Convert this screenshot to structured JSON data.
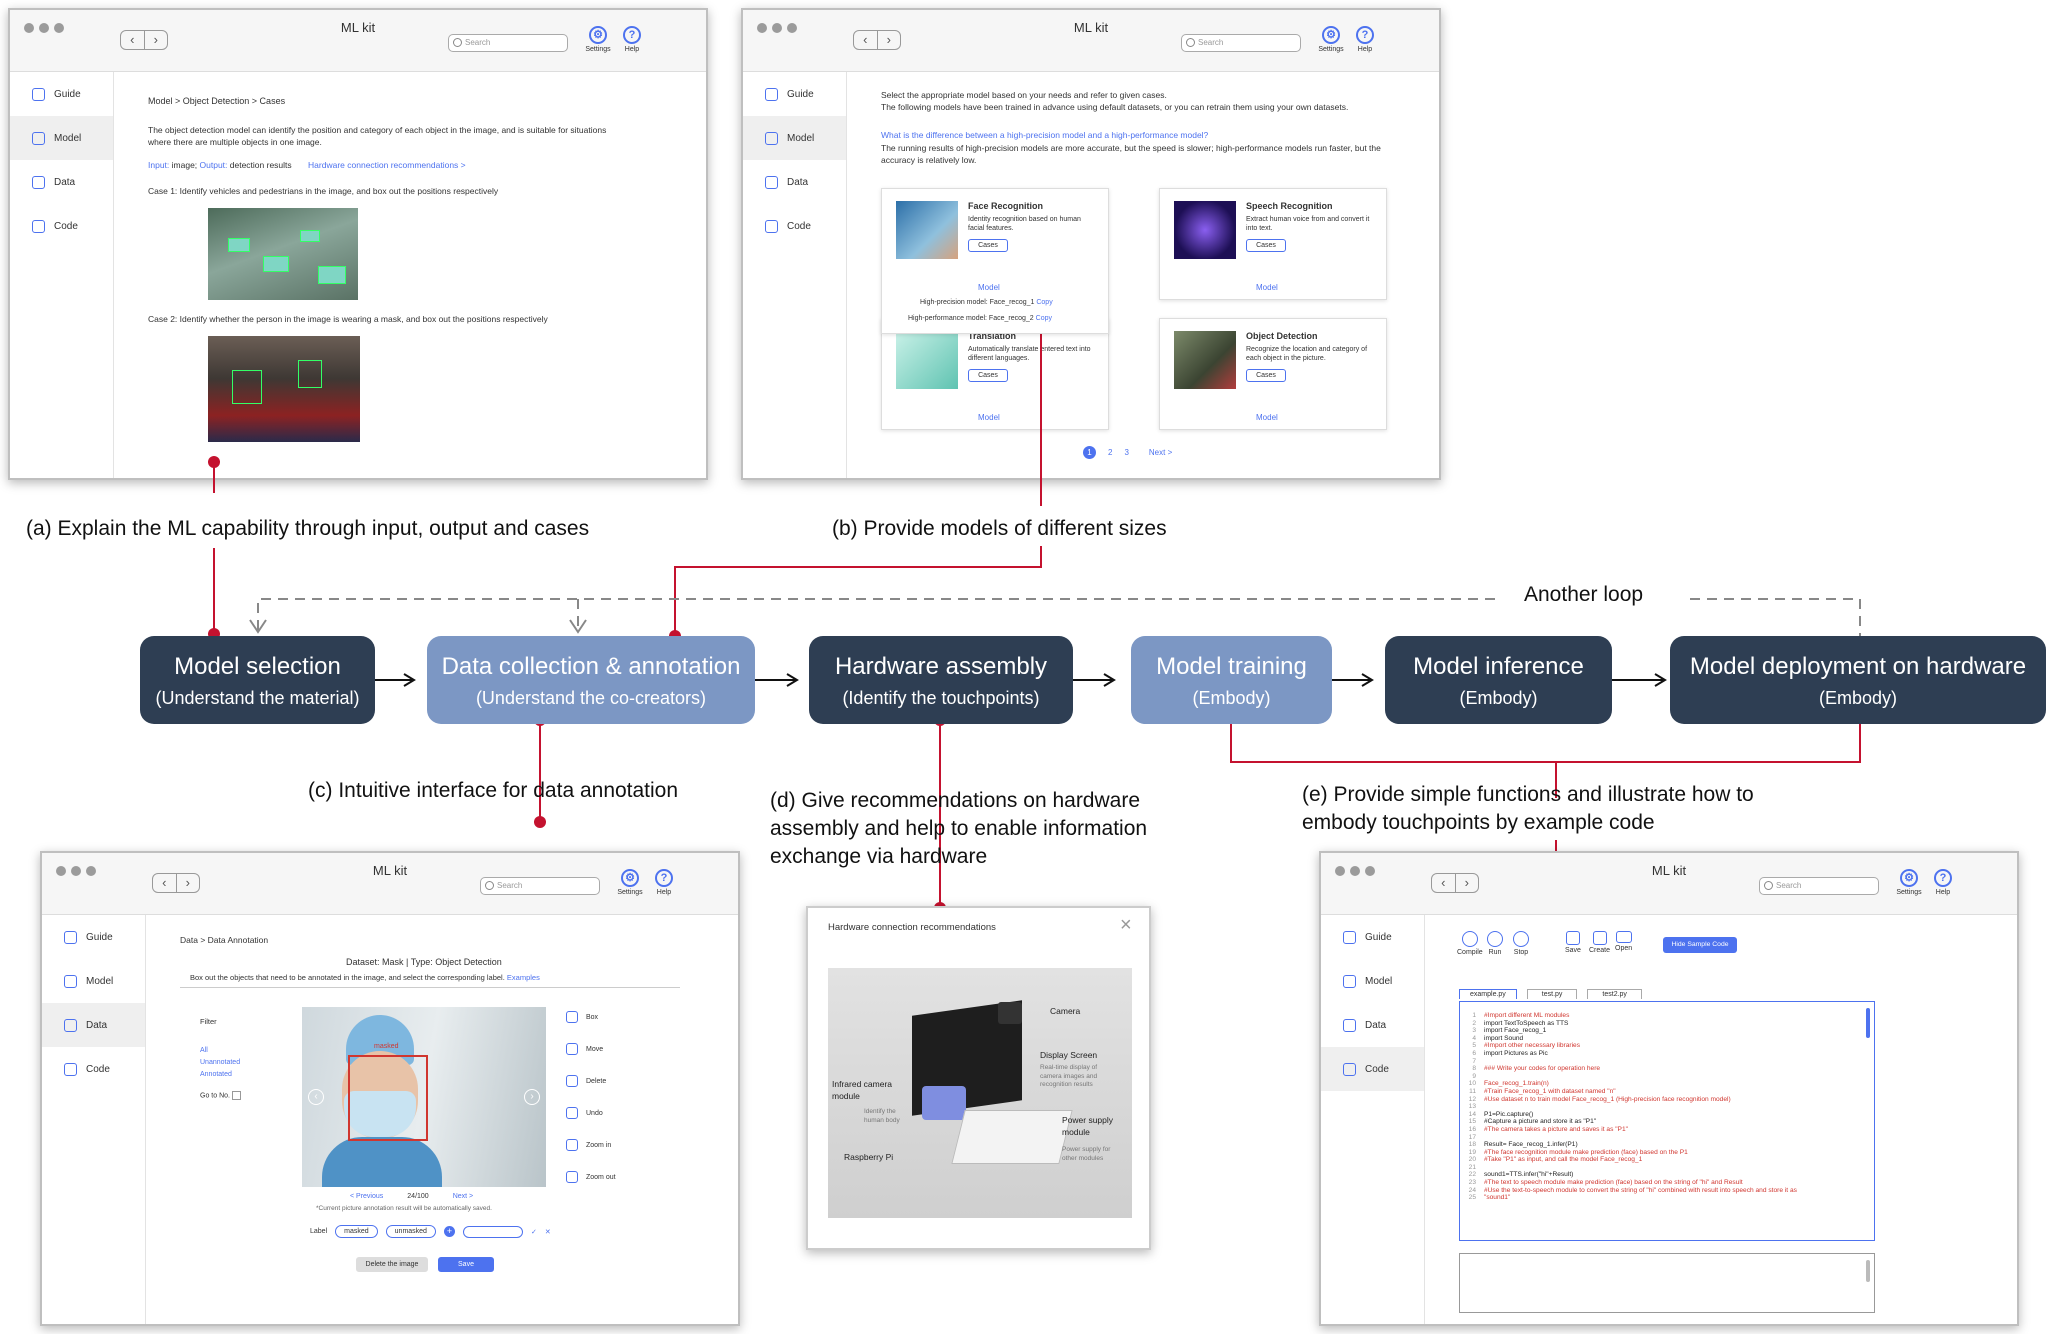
{
  "app_title": "ML kit",
  "search_placeholder": "Search",
  "nav_back": "‹",
  "nav_forward": "›",
  "settings_label": "Settings",
  "help_label": "Help",
  "sidebar": [
    "Guide",
    "Model",
    "Data",
    "Code"
  ],
  "window_a": {
    "breadcrumb": "Model > Object Detection > Cases",
    "desc": "The object detection model can identify the position and category of each object in the image, and is suitable for situations where there are multiple objects in one image.",
    "input_label": "Input:",
    "input_value": " image;",
    "output_label": " Output:",
    "output_value": " detection results",
    "hw_link": "Hardware connection recommendations >",
    "case1": "Case 1: Identify vehicles and pedestrians in the image, and box out the positions respectively",
    "case2": "Case 2: Identify whether the person in the image is wearing a mask, and box out the positions respectively"
  },
  "window_b": {
    "intro1": "Select the appropriate model based on your needs and refer to given cases.",
    "intro2": "The following models have been trained in advance using default datasets, or you can retrain them using your own datasets.",
    "question": "What is the difference between a high-precision model and a high-performance model?",
    "answer": "The running results of high-precision models are more accurate, but the speed is slower; high-performance models run faster, but the accuracy is relatively low.",
    "cards": [
      {
        "title": "Face Recognition",
        "desc": "Identity recognition based on human facial features."
      },
      {
        "title": "Speech Recognition",
        "desc": "Extract human voice from and convert it into text."
      },
      {
        "title": "Translation",
        "desc": "Automatically translate entered text into different languages."
      },
      {
        "title": "Object Detection",
        "desc": "Recognize the location and category of each object in the picture."
      }
    ],
    "cases_btn": "Cases",
    "model_toggle": "Model",
    "hp_model": "High-precision model:  Face_recog_1",
    "perf_model": "High-performance model:  Face_recog_2",
    "copy": "Copy",
    "pages": [
      "1",
      "2",
      "3"
    ],
    "next": "Next >"
  },
  "window_c": {
    "breadcrumb": "Data > Data Annotation",
    "dataset": "Dataset: Mask  |  Type: Object Detection",
    "instruction": "Box out the objects that need to be annotated in the image, and select the corresponding label.",
    "examples": "Examples",
    "filter": "Filter",
    "filters": [
      "All",
      "Unannotated",
      "Annotated"
    ],
    "goto": "Go to No.",
    "masked_tag": "masked",
    "tools": [
      "Box",
      "Move",
      "Delete",
      "Undo",
      "Zoom in",
      "Zoom out"
    ],
    "prev": "< Previous",
    "counter": "24/100",
    "nextp": "Next >",
    "autosave": "*Current picture annotation result will be automatically saved.",
    "label": "Label",
    "labels": [
      "masked",
      "unmasked"
    ],
    "delete_btn": "Delete the image",
    "save_btn": "Save"
  },
  "window_d": {
    "title": "Hardware connection recommendations",
    "camera": "Camera",
    "display": "Display Screen",
    "display_desc": "Real-time display of camera images and recognition results",
    "ir_title": "Infrared camera module",
    "ir_desc": "Identify the human body",
    "pi": "Raspberry Pi",
    "power": "Power supply module",
    "power_desc": "Power supply for other modules"
  },
  "window_e": {
    "tools": [
      "Compile",
      "Run",
      "Stop",
      "Save",
      "Create",
      "Open"
    ],
    "hide_btn": "Hide Sample Code",
    "tabs": [
      "example.py",
      "test.py",
      "test2.py"
    ],
    "lines": [
      {
        "n": "1",
        "t": "#Import different ML modules",
        "c": "red"
      },
      {
        "n": "2",
        "t": "import TextToSpeech as TTS",
        "c": "dark"
      },
      {
        "n": "3",
        "t": "import Face_recog_1",
        "c": "dark"
      },
      {
        "n": "4",
        "t": "import Sound",
        "c": "dark"
      },
      {
        "n": "5",
        "t": "#Import other necessary libraries",
        "c": "red"
      },
      {
        "n": "6",
        "t": "import Pictures as Pic",
        "c": "dark"
      },
      {
        "n": "7",
        "t": "",
        "c": "dark"
      },
      {
        "n": "8",
        "t": "### Write your codes for operation here",
        "c": "red"
      },
      {
        "n": "9",
        "t": "",
        "c": "dark"
      },
      {
        "n": "10",
        "t": "Face_recog_1.train(n)",
        "c": "red"
      },
      {
        "n": "11",
        "t": "#Train Face_recog_1 with dataset named \"n\"",
        "c": "red"
      },
      {
        "n": "12",
        "t": "#Use dataset n to train model Face_recog_1 (High-precision face recognition model)",
        "c": "red"
      },
      {
        "n": "13",
        "t": "",
        "c": "dark"
      },
      {
        "n": "14",
        "t": "P1=Pic.capture()",
        "c": "dark"
      },
      {
        "n": "15",
        "t": "#Capture a picture and store it as \"P1\"",
        "c": "dark"
      },
      {
        "n": "16",
        "t": "#The camera takes a picture and saves it as \"P1\"",
        "c": "red"
      },
      {
        "n": "17",
        "t": "",
        "c": "dark"
      },
      {
        "n": "18",
        "t": "Result= Face_recog_1.infer(P1)",
        "c": "dark"
      },
      {
        "n": "19",
        "t": "#The face recognition module make prediction (face) based on the P1",
        "c": "red"
      },
      {
        "n": "20",
        "t": "#Take \"P1\" as input, and call the model Face_recog_1",
        "c": "red"
      },
      {
        "n": "21",
        "t": "",
        "c": "dark"
      },
      {
        "n": "22",
        "t": "sound1=TTS.infer(\"hi\"+Result)",
        "c": "dark"
      },
      {
        "n": "23",
        "t": "#The text to speech module make prediction (face) based on the string of \"hi\" and Result",
        "c": "red"
      },
      {
        "n": "24",
        "t": "#Use the text-to-speech module to convert the string of \"hi\" combined with result into speech and store it as",
        "c": "red"
      },
      {
        "n": "25",
        "t": "\"sound1\"",
        "c": "red"
      }
    ]
  },
  "flow": {
    "another_loop": "Another loop",
    "boxes": [
      {
        "t1": "Model selection",
        "t2": "(Understand the material)",
        "style": "dark"
      },
      {
        "t1": "Data collection & annotation",
        "t2": "(Understand the co-creators)",
        "style": "light"
      },
      {
        "t1": "Hardware assembly",
        "t2": "(Identify the touchpoints)",
        "style": "dark"
      },
      {
        "t1": "Model training",
        "t2": "(Embody)",
        "style": "light"
      },
      {
        "t1": "Model inference",
        "t2": "(Embody)",
        "style": "dark"
      },
      {
        "t1": "Model deployment on hardware",
        "t2": "(Embody)",
        "style": "dark"
      }
    ]
  },
  "captions": {
    "a": "(a) Explain the ML capability through input, output and cases",
    "b": "(b) Provide models of different sizes",
    "c": "(c) Intuitive interface for data annotation",
    "d1": "(d) Give recommendations on hardware",
    "d2": "assembly and help to enable information",
    "d3": "exchange via hardware",
    "e1": "(e) Provide simple functions and illustrate how to",
    "e2": "embody touchpoints by example code"
  },
  "colors": {
    "accent": "#4d72ef",
    "dark_box": "#2e3e53",
    "light_box": "#7c97c4",
    "connector": "#c4122f"
  }
}
